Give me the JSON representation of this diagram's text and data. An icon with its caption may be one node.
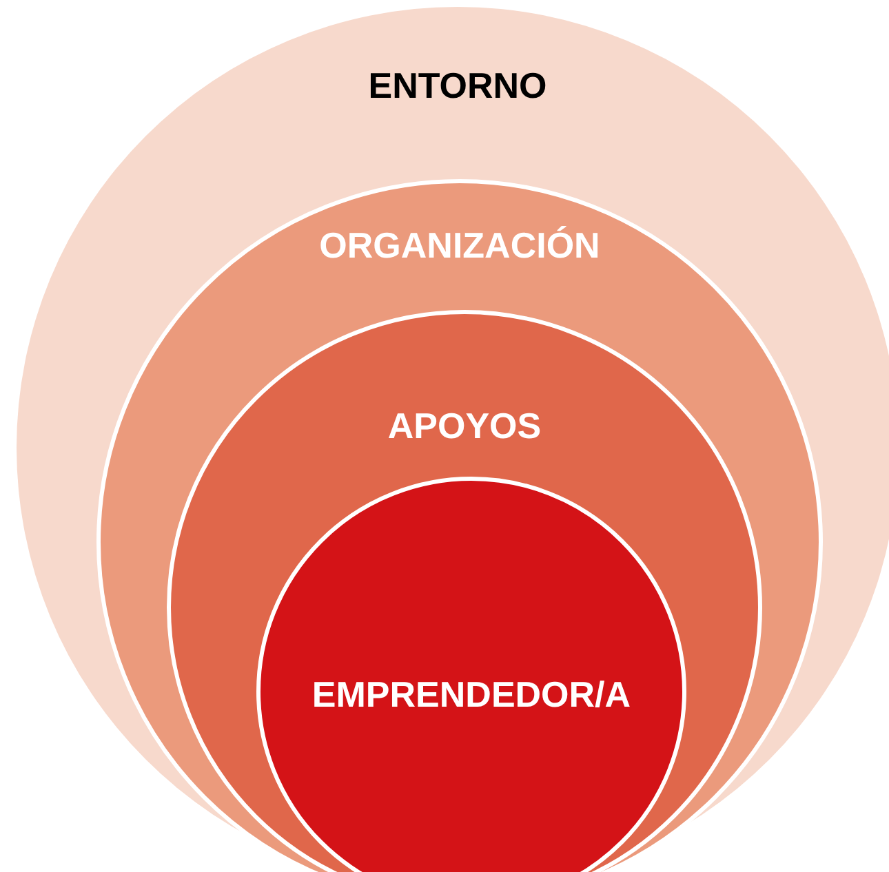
{
  "diagram": {
    "nodes": [
      {
        "text": [
          "ENTORNO"
        ]
      },
      {
        "text": [
          "ORGANIZACIÓN"
        ],
        "in": 0
      },
      {
        "text": [
          "APOYOS"
        ],
        "in": 1
      },
      {
        "text": [
          "EMPRENDEDOR/A"
        ],
        "in": 2
      }
    ]
  }
}
